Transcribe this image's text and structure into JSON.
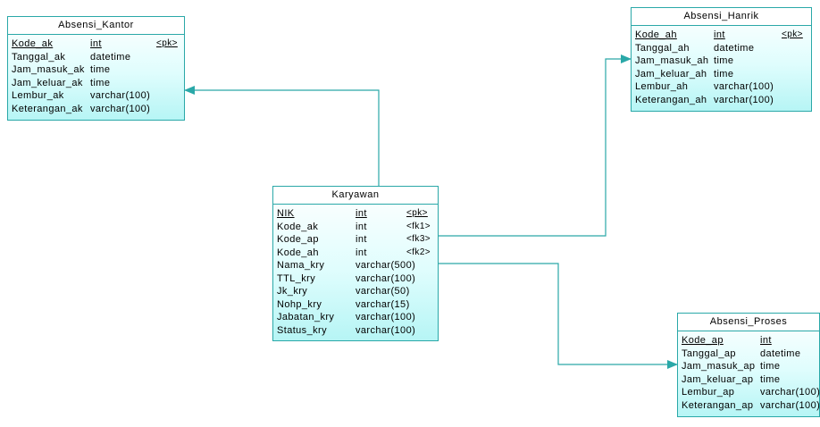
{
  "entities": {
    "kantor": {
      "title": "Absensi_Kantor",
      "columns": [
        {
          "name": "Kode_ak",
          "type": "int",
          "key": "<pk>"
        },
        {
          "name": "Tanggal_ak",
          "type": "datetime",
          "key": ""
        },
        {
          "name": "Jam_masuk_ak",
          "type": "time",
          "key": ""
        },
        {
          "name": "Jam_keluar_ak",
          "type": "time",
          "key": ""
        },
        {
          "name": "Lembur_ak",
          "type": "varchar(100)",
          "key": ""
        },
        {
          "name": "Keterangan_ak",
          "type": "varchar(100)",
          "key": ""
        }
      ]
    },
    "hanrik": {
      "title": "Absensi_Hanrik",
      "columns": [
        {
          "name": "Kode_ah",
          "type": "int",
          "key": "<pk>"
        },
        {
          "name": "Tanggal_ah",
          "type": "datetime",
          "key": ""
        },
        {
          "name": "Jam_masuk_ah",
          "type": "time",
          "key": ""
        },
        {
          "name": "Jam_keluar_ah",
          "type": "time",
          "key": ""
        },
        {
          "name": "Lembur_ah",
          "type": "varchar(100)",
          "key": ""
        },
        {
          "name": "Keterangan_ah",
          "type": "varchar(100)",
          "key": ""
        }
      ]
    },
    "karyawan": {
      "title": "Karyawan",
      "columns": [
        {
          "name": "NIK",
          "type": "int",
          "key": "<pk>"
        },
        {
          "name": "Kode_ak",
          "type": "int",
          "key": "<fk1>"
        },
        {
          "name": "Kode_ap",
          "type": "int",
          "key": "<fk3>"
        },
        {
          "name": "Kode_ah",
          "type": "int",
          "key": "<fk2>"
        },
        {
          "name": "Nama_kry",
          "type": "varchar(500)",
          "key": ""
        },
        {
          "name": "TTL_kry",
          "type": "varchar(100)",
          "key": ""
        },
        {
          "name": "Jk_kry",
          "type": "varchar(50)",
          "key": ""
        },
        {
          "name": "Nohp_kry",
          "type": "varchar(15)",
          "key": ""
        },
        {
          "name": "Jabatan_kry",
          "type": "varchar(100)",
          "key": ""
        },
        {
          "name": "Status_kry",
          "type": "varchar(100)",
          "key": ""
        }
      ]
    },
    "proses": {
      "title": "Absensi_Proses",
      "columns": [
        {
          "name": "Kode_ap",
          "type": "int",
          "key": ""
        },
        {
          "name": "Tanggal_ap",
          "type": "datetime",
          "key": ""
        },
        {
          "name": "Jam_masuk_ap",
          "type": "time",
          "key": ""
        },
        {
          "name": "Jam_keluar_ap",
          "type": "time",
          "key": ""
        },
        {
          "name": "Lembur_ap",
          "type": "varchar(100)",
          "key": ""
        },
        {
          "name": "Keterangan_ap",
          "type": "varchar(100)",
          "key": ""
        }
      ]
    }
  },
  "colors": {
    "border": "#2aa8a8",
    "link": "#2aa8a8",
    "fill_bottom": "#b6f5f5"
  }
}
